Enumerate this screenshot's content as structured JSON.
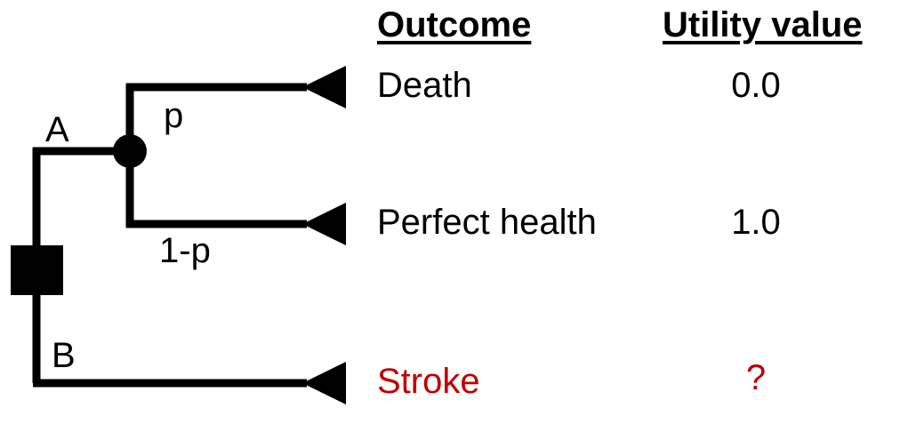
{
  "diagram": {
    "type": "decision-tree",
    "title_row": {
      "outcome_header": "Outcome",
      "utility_header": "Utility value"
    },
    "nodes": {
      "decision_node": "decision-square",
      "chance_node": "chance-circle"
    },
    "branches": [
      {
        "label": "A",
        "kind": "decision-branch"
      },
      {
        "label": "B",
        "kind": "decision-branch"
      }
    ],
    "probabilities": [
      {
        "label": "p"
      },
      {
        "label": "1-p"
      }
    ],
    "rows": [
      {
        "outcome": "Death",
        "utility": "0.0",
        "color": "#000000"
      },
      {
        "outcome": "Perfect health",
        "utility": "1.0",
        "color": "#000000"
      },
      {
        "outcome": "Stroke",
        "utility": "?",
        "color": "#C00000"
      }
    ],
    "colors": {
      "line": "#000000",
      "text": "#000000",
      "highlight": "#C00000",
      "background": "#FFFFFF"
    }
  }
}
